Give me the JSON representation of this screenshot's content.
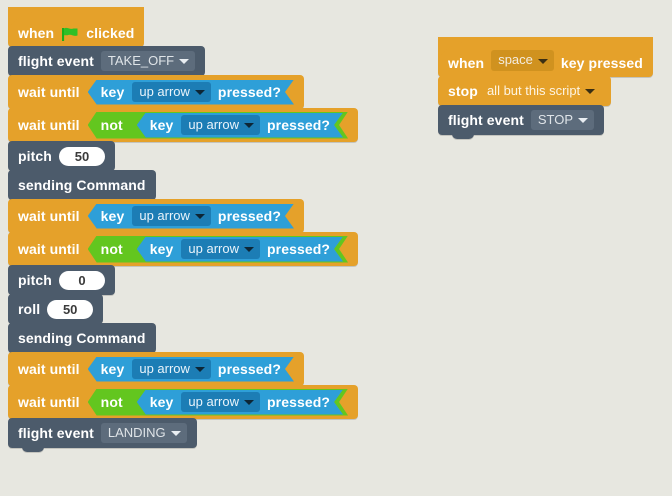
{
  "background_color": "#e7e7e0",
  "palette": {
    "events": "#e5a12a",
    "control": "#e5a12a",
    "extension": "#4c5b6b",
    "sensing": "#2e9fd8",
    "operator": "#63c61f",
    "input_white": "#ffffff"
  },
  "scripts": [
    {
      "id": "main",
      "blocks": [
        {
          "kind": "hat",
          "category": "events",
          "label_a": "when",
          "icon": "green-flag-icon",
          "label_b": "clicked"
        },
        {
          "kind": "stack",
          "category": "extension",
          "label": "flight event",
          "dropdown": "TAKE_OFF"
        },
        {
          "kind": "wait",
          "category": "control",
          "label": "wait until",
          "negated": false,
          "key": "up arrow",
          "key_label_a": "key",
          "key_label_b": "pressed?"
        },
        {
          "kind": "wait",
          "category": "control",
          "label": "wait until",
          "negated": true,
          "not_label": "not",
          "key": "up arrow",
          "key_label_a": "key",
          "key_label_b": "pressed?"
        },
        {
          "kind": "num",
          "category": "extension",
          "label": "pitch",
          "value": "50"
        },
        {
          "kind": "stack",
          "category": "extension",
          "label": "sending Command"
        },
        {
          "kind": "wait",
          "category": "control",
          "label": "wait until",
          "negated": false,
          "key": "up arrow",
          "key_label_a": "key",
          "key_label_b": "pressed?"
        },
        {
          "kind": "wait",
          "category": "control",
          "label": "wait until",
          "negated": true,
          "not_label": "not",
          "key": "up arrow",
          "key_label_a": "key",
          "key_label_b": "pressed?"
        },
        {
          "kind": "num",
          "category": "extension",
          "label": "pitch",
          "value": "0"
        },
        {
          "kind": "num",
          "category": "extension",
          "label": "roll",
          "value": "50"
        },
        {
          "kind": "stack",
          "category": "extension",
          "label": "sending Command"
        },
        {
          "kind": "wait",
          "category": "control",
          "label": "wait until",
          "negated": false,
          "key": "up arrow",
          "key_label_a": "key",
          "key_label_b": "pressed?"
        },
        {
          "kind": "wait",
          "category": "control",
          "label": "wait until",
          "negated": true,
          "not_label": "not",
          "key": "up arrow",
          "key_label_a": "key",
          "key_label_b": "pressed?"
        },
        {
          "kind": "stack",
          "category": "extension",
          "label": "flight event",
          "dropdown": "LANDING"
        }
      ]
    },
    {
      "id": "stop",
      "blocks": [
        {
          "kind": "hat_key",
          "category": "events",
          "label_a": "when",
          "dropdown": "space",
          "label_b": "key pressed"
        },
        {
          "kind": "stop",
          "category": "control",
          "label": "stop",
          "dropdown": "all but this script"
        },
        {
          "kind": "stack",
          "category": "extension",
          "label": "flight event",
          "dropdown": "STOP"
        }
      ]
    }
  ],
  "main": {
    "b0": {
      "label_a": "when",
      "label_b": "clicked"
    },
    "b1": {
      "label": "flight event",
      "dropdown": "TAKE_OFF"
    },
    "b2": {
      "label": "wait until",
      "key_a": "key",
      "key_val": "up arrow",
      "key_b": "pressed?"
    },
    "b3": {
      "label": "wait until",
      "not": "not",
      "key_a": "key",
      "key_val": "up arrow",
      "key_b": "pressed?"
    },
    "b4": {
      "label": "pitch",
      "value": "50"
    },
    "b5": {
      "label": "sending Command"
    },
    "b6": {
      "label": "wait until",
      "key_a": "key",
      "key_val": "up arrow",
      "key_b": "pressed?"
    },
    "b7": {
      "label": "wait until",
      "not": "not",
      "key_a": "key",
      "key_val": "up arrow",
      "key_b": "pressed?"
    },
    "b8": {
      "label": "pitch",
      "value": "0"
    },
    "b9": {
      "label": "roll",
      "value": "50"
    },
    "b10": {
      "label": "sending Command"
    },
    "b11": {
      "label": "wait until",
      "key_a": "key",
      "key_val": "up arrow",
      "key_b": "pressed?"
    },
    "b12": {
      "label": "wait until",
      "not": "not",
      "key_a": "key",
      "key_val": "up arrow",
      "key_b": "pressed?"
    },
    "b13": {
      "label": "flight event",
      "dropdown": "LANDING"
    }
  },
  "stop_script": {
    "s0": {
      "label_a": "when",
      "dropdown": "space",
      "label_b": "key pressed"
    },
    "s1": {
      "label": "stop",
      "dropdown": "all but this script"
    },
    "s2": {
      "label": "flight event",
      "dropdown": "STOP"
    }
  }
}
